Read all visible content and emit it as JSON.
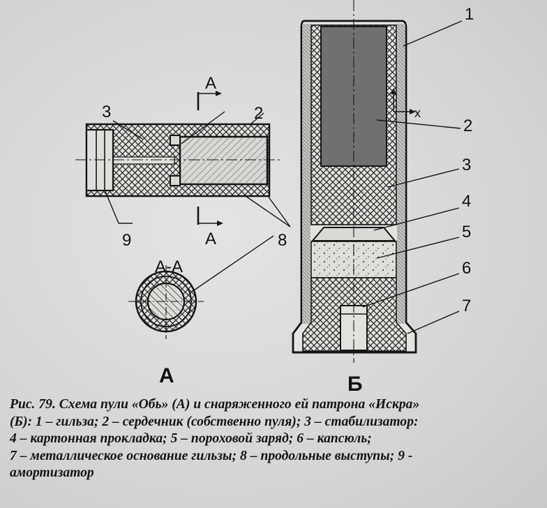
{
  "figure": {
    "view_a_letter": "А",
    "view_b_letter": "Б",
    "section_title": "А-А",
    "section_marks": [
      "А",
      "А"
    ],
    "labels_a": [
      "3",
      "2",
      "9",
      "8"
    ],
    "labels_b": [
      "1",
      "2",
      "3",
      "4",
      "5",
      "6",
      "7"
    ],
    "axis_label": "х",
    "colors": {
      "ink": "#151515",
      "paper": "#d9d9d7",
      "core": "#6e6e6e"
    }
  },
  "caption": {
    "lines": [
      "Рис. 79. Схема пули «Обь» (А) и снаряженного ей патрона «Искра»",
      "(Б): 1 – гильза; 2 – сердечник (собственно пуля); 3 – стабилизатор:",
      "4 – картонная прокладка; 5 – пороховой заряд; 6 – капсюль;",
      "7 – металлическое основание гильзы; 8 – продольные выступы; 9 -",
      "амортизатор"
    ]
  }
}
